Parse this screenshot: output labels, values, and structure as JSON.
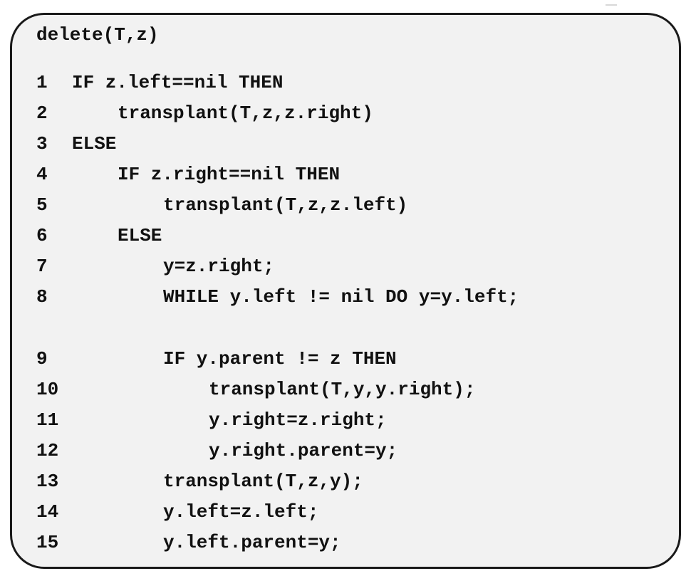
{
  "header": "delete(T,z)",
  "lines": [
    {
      "num": "1",
      "indent": 0,
      "code": "IF z.left==nil THEN"
    },
    {
      "num": "2",
      "indent": 1,
      "code": "transplant(T,z,z.right)"
    },
    {
      "num": "3",
      "indent": 0,
      "code": "ELSE"
    },
    {
      "num": "4",
      "indent": 1,
      "code": "IF z.right==nil THEN"
    },
    {
      "num": "5",
      "indent": 2,
      "code": "transplant(T,z,z.left)"
    },
    {
      "num": "6",
      "indent": 1,
      "code": "ELSE"
    },
    {
      "num": "7",
      "indent": 2,
      "code": "y=z.right;"
    },
    {
      "num": "8",
      "indent": 2,
      "code": "WHILE y.left != nil DO y=y.left;"
    },
    {
      "num": "9",
      "indent": 2,
      "code": "IF y.parent != z THEN"
    },
    {
      "num": "10",
      "indent": 3,
      "code": "transplant(T,y,y.right);"
    },
    {
      "num": "11",
      "indent": 3,
      "code": "y.right=z.right;"
    },
    {
      "num": "12",
      "indent": 3,
      "code": "y.right.parent=y;"
    },
    {
      "num": "13",
      "indent": 2,
      "code": "transplant(T,z,y);"
    },
    {
      "num": "14",
      "indent": 2,
      "code": "y.left=z.left;"
    },
    {
      "num": "15",
      "indent": 2,
      "code": "y.left.parent=y;"
    }
  ]
}
